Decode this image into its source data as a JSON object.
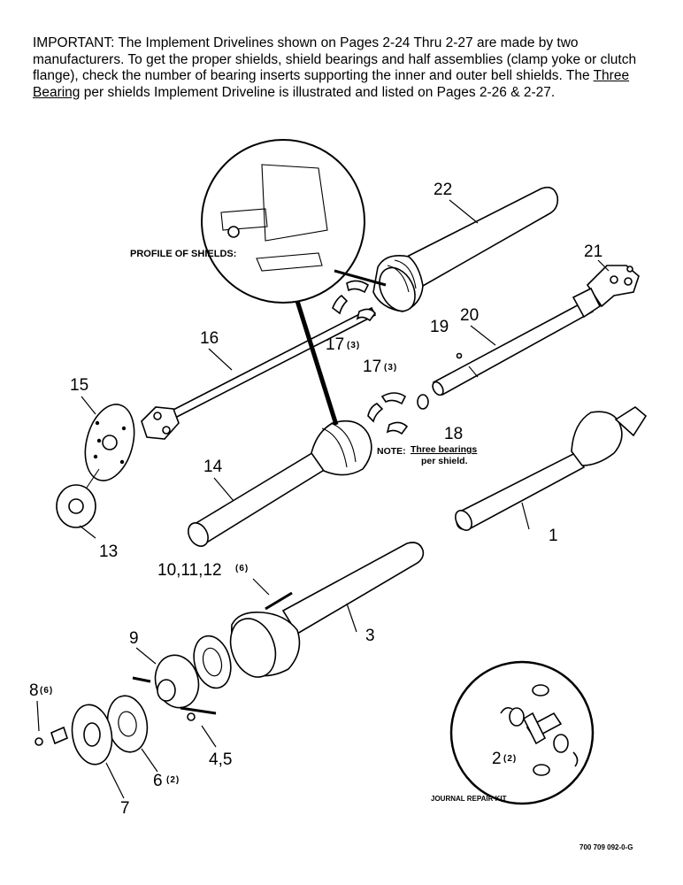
{
  "notice": {
    "part1": "IMPORTANT: The Implement Drivelines shown on Pages 2-24 Thru 2-27 are made by two manufacturers. To get the proper shields, shield bearings and half assemblies (clamp yoke or clutch flange), check the number of bearing inserts supporting the inner and outer bell shields. The ",
    "underlined": "Three Bearing",
    "part2": " per shields Implement Driveline is illustrated and listed on Pages 2-26 & 2-27."
  },
  "labels": {
    "profile_of_shields": "PROFILE OF SHIELDS:",
    "p22": "22",
    "p21": "21",
    "p20": "20",
    "p19": "19",
    "p17a": "17",
    "p17a_qty": "(3)",
    "p17b": "17",
    "p17b_qty": "(3)",
    "p18": "18",
    "p16": "16",
    "p15": "15",
    "p14": "14",
    "p13": "13",
    "p1": "1",
    "p3": "3",
    "p10_12": "10,11,12",
    "p10_12_qty": "(6)",
    "p9": "9",
    "p8": "8",
    "p8_qty": "(6)",
    "p7": "7",
    "p6": "6",
    "p6_qty": "(2)",
    "p4_5": "4,5",
    "p2": "2",
    "p2_qty": "(2)",
    "note_prefix": "NOTE:",
    "note_line1": "Three bearings",
    "note_line2": "per shield.",
    "journal_kit": "JOURNAL REPAIR KIT",
    "doc_number": "700 709 092-0-G"
  }
}
